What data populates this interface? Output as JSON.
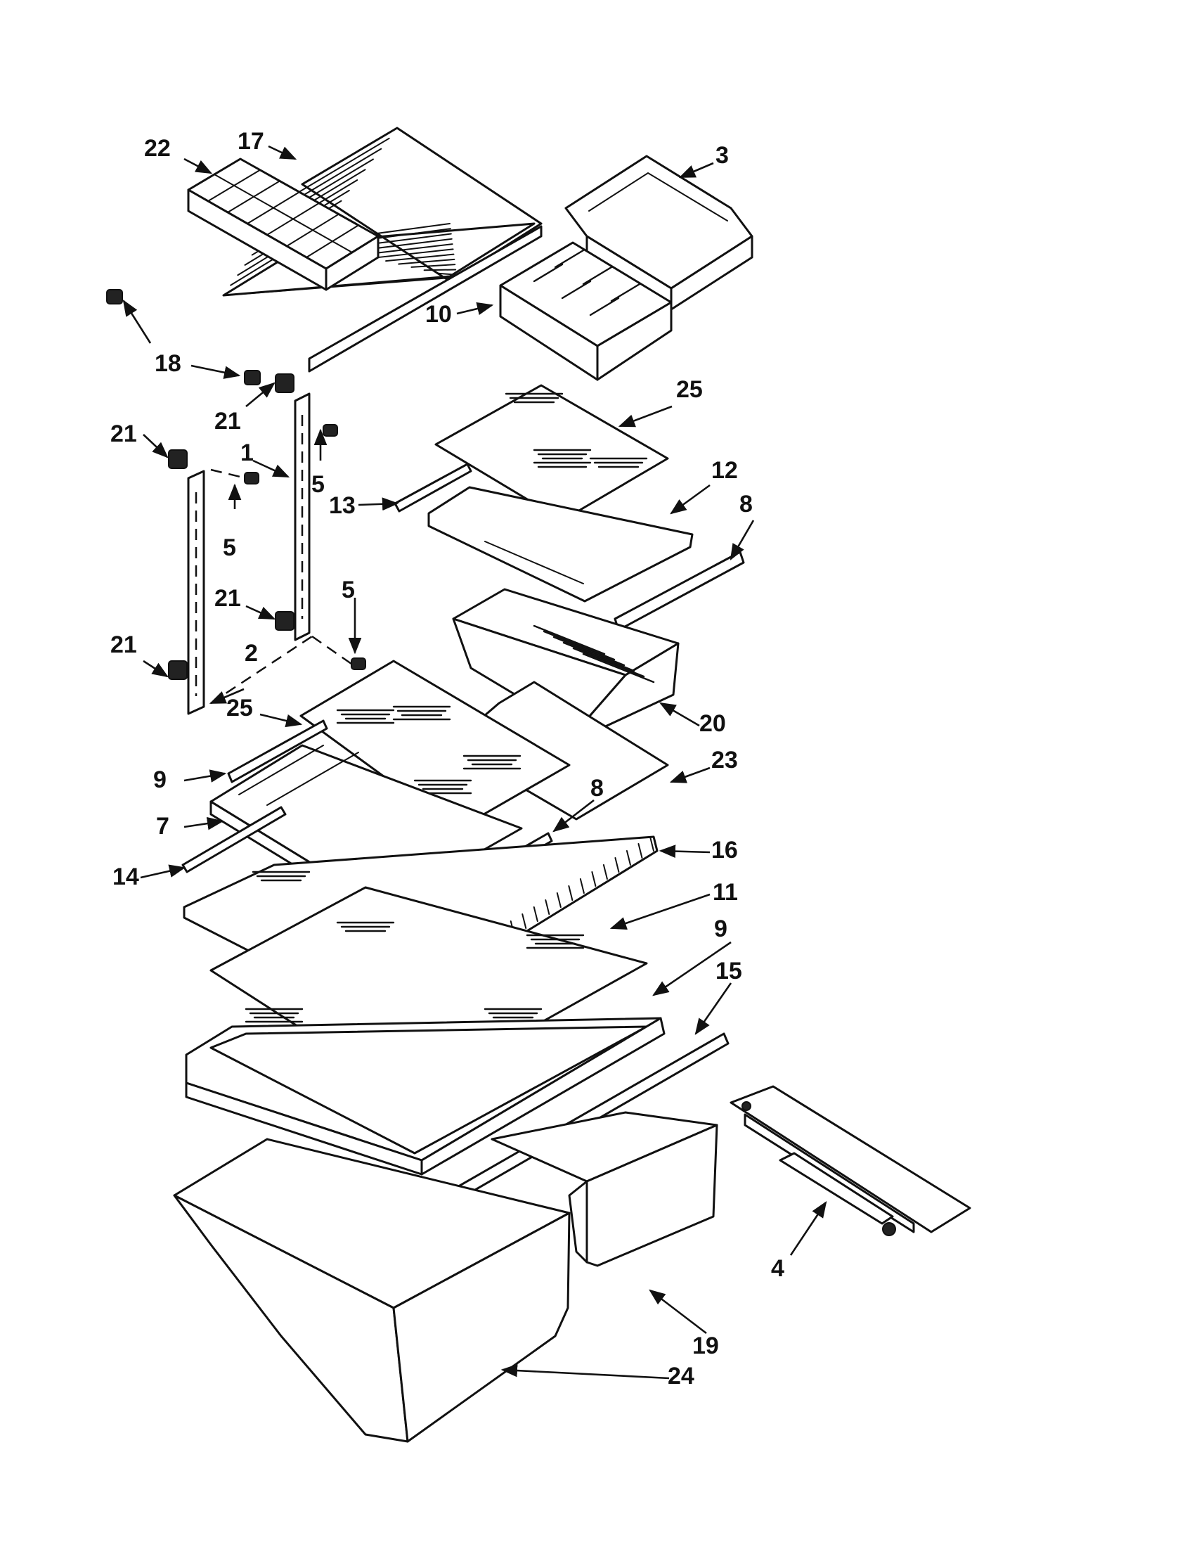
{
  "callouts": [
    {
      "id": "c22",
      "label": "22"
    },
    {
      "id": "c17",
      "label": "17"
    },
    {
      "id": "c3",
      "label": "3"
    },
    {
      "id": "c10",
      "label": "10"
    },
    {
      "id": "c18",
      "label": "18"
    },
    {
      "id": "c21a",
      "label": "21"
    },
    {
      "id": "c21b",
      "label": "21"
    },
    {
      "id": "c1",
      "label": "1"
    },
    {
      "id": "c5a",
      "label": "5"
    },
    {
      "id": "c5b",
      "label": "5"
    },
    {
      "id": "c25a",
      "label": "25"
    },
    {
      "id": "c12",
      "label": "12"
    },
    {
      "id": "c13",
      "label": "13"
    },
    {
      "id": "c8a",
      "label": "8"
    },
    {
      "id": "c21c",
      "label": "21"
    },
    {
      "id": "c5c",
      "label": "5"
    },
    {
      "id": "c21d",
      "label": "21"
    },
    {
      "id": "c2",
      "label": "2"
    },
    {
      "id": "c25b",
      "label": "25"
    },
    {
      "id": "c20",
      "label": "20"
    },
    {
      "id": "c23",
      "label": "23"
    },
    {
      "id": "c9a",
      "label": "9"
    },
    {
      "id": "c8b",
      "label": "8"
    },
    {
      "id": "c7",
      "label": "7"
    },
    {
      "id": "c16",
      "label": "16"
    },
    {
      "id": "c14",
      "label": "14"
    },
    {
      "id": "c11",
      "label": "11"
    },
    {
      "id": "c9b",
      "label": "9"
    },
    {
      "id": "c15",
      "label": "15"
    },
    {
      "id": "c4",
      "label": "4"
    },
    {
      "id": "c19",
      "label": "19"
    },
    {
      "id": "c24",
      "label": "24"
    }
  ]
}
